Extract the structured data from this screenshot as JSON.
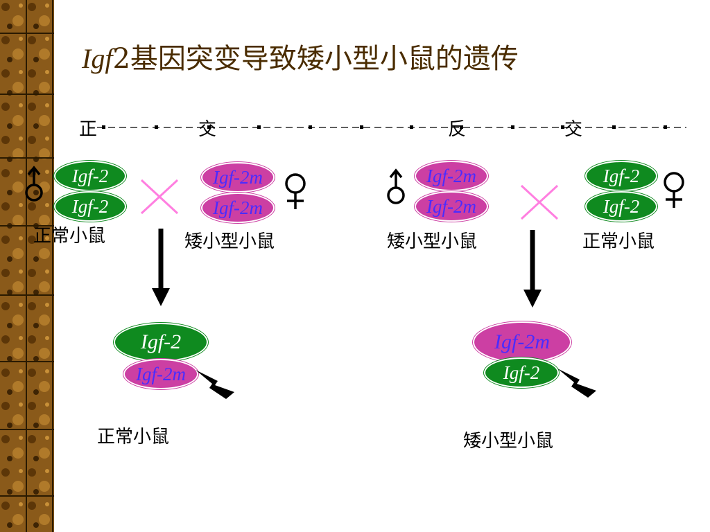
{
  "title": {
    "gene_italic": "Igf",
    "gene_num": "2",
    "rest": "基因突变导致矮小型小鼠的遗传"
  },
  "header": {
    "zheng": "正",
    "jiao1": "交",
    "fan": "反",
    "jiao2": "交"
  },
  "alleles": {
    "normal": "Igf-2",
    "mutant": "Igf-2m"
  },
  "labels": {
    "normal_mouse": "正常小鼠",
    "dwarf_mouse": "矮小型小鼠"
  },
  "colors": {
    "normal_allele": "#0f8a1f",
    "mutant_allele": "#cc3fa3",
    "mutant_text": "#4a2cff",
    "cross": "#ff7fe0",
    "title": "#4a2c00"
  },
  "icons": [
    "male-symbol-icon",
    "female-symbol-icon",
    "cross-icon",
    "down-arrow-icon",
    "lightning-icon"
  ]
}
